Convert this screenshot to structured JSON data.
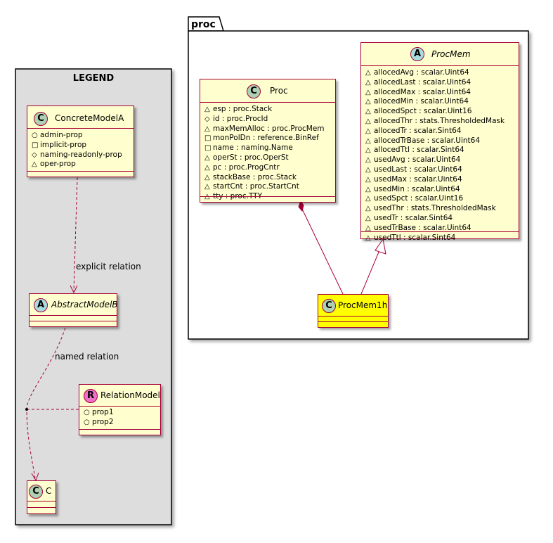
{
  "legend": {
    "title": "LEGEND",
    "concrete": {
      "stereotype_letter": "C",
      "name": "ConcreteModelA",
      "attributes": [
        {
          "vis": "○",
          "text": "admin-prop"
        },
        {
          "vis": "□",
          "text": "implicit-prop"
        },
        {
          "vis": "◇",
          "text": "naming-readonly-prop"
        },
        {
          "vis": "△",
          "text": "oper-prop"
        }
      ]
    },
    "abstract": {
      "stereotype_letter": "A",
      "name": "AbstractModelB"
    },
    "relation_model": {
      "stereotype_letter": "R",
      "name": "RelationModel",
      "attributes": [
        {
          "vis": "○",
          "text": "prop1"
        },
        {
          "vis": "○",
          "text": "prop2"
        }
      ]
    },
    "c_class": {
      "stereotype_letter": "C",
      "name": "C"
    },
    "explicit_relation_label": "explicit relation",
    "named_relation_label": "named relation"
  },
  "package": {
    "name": "proc",
    "proc_class": {
      "stereotype_letter": "C",
      "name": "Proc",
      "attributes": [
        {
          "vis": "△",
          "text": "esp : proc.Stack"
        },
        {
          "vis": "◇",
          "text": "id : proc.ProcId"
        },
        {
          "vis": "△",
          "text": "maxMemAlloc : proc.ProcMem"
        },
        {
          "vis": "□",
          "text": "monPolDn : reference.BinRef"
        },
        {
          "vis": "□",
          "text": "name : naming.Name"
        },
        {
          "vis": "△",
          "text": "operSt : proc.OperSt"
        },
        {
          "vis": "△",
          "text": "pc : proc.ProgCntr"
        },
        {
          "vis": "△",
          "text": "stackBase : proc.Stack"
        },
        {
          "vis": "△",
          "text": "startCnt : proc.StartCnt"
        },
        {
          "vis": "△",
          "text": "tty : proc.TTY"
        }
      ]
    },
    "procmem_class": {
      "stereotype_letter": "A",
      "name": "ProcMem",
      "attributes": [
        {
          "vis": "△",
          "text": "allocedAvg : scalar.Uint64"
        },
        {
          "vis": "△",
          "text": "allocedLast : scalar.Uint64"
        },
        {
          "vis": "△",
          "text": "allocedMax : scalar.Uint64"
        },
        {
          "vis": "△",
          "text": "allocedMin : scalar.Uint64"
        },
        {
          "vis": "△",
          "text": "allocedSpct : scalar.Uint16"
        },
        {
          "vis": "△",
          "text": "allocedThr : stats.ThresholdedMask"
        },
        {
          "vis": "△",
          "text": "allocedTr : scalar.Sint64"
        },
        {
          "vis": "△",
          "text": "allocedTrBase : scalar.Uint64"
        },
        {
          "vis": "△",
          "text": "allocedTtl : scalar.Sint64"
        },
        {
          "vis": "△",
          "text": "usedAvg : scalar.Uint64"
        },
        {
          "vis": "△",
          "text": "usedLast : scalar.Uint64"
        },
        {
          "vis": "△",
          "text": "usedMax : scalar.Uint64"
        },
        {
          "vis": "△",
          "text": "usedMin : scalar.Uint64"
        },
        {
          "vis": "△",
          "text": "usedSpct : scalar.Uint16"
        },
        {
          "vis": "△",
          "text": "usedThr : stats.ThresholdedMask"
        },
        {
          "vis": "△",
          "text": "usedTr : scalar.Sint64"
        },
        {
          "vis": "△",
          "text": "usedTrBase : scalar.Uint64"
        },
        {
          "vis": "△",
          "text": "usedTtl : scalar.Sint64"
        }
      ]
    },
    "procmem1h_class": {
      "stereotype_letter": "C",
      "name": "ProcMem1h",
      "highlight_color": "#ffff00"
    }
  },
  "colors": {
    "border": "#a80036",
    "class_fill": "#fefece",
    "legend_fill": "#dddddd",
    "class_circle": "#add1b2",
    "abstract_circle": "#a9dcdf",
    "relation_circle": "#ee70c9",
    "highlight": "#ffff00"
  }
}
